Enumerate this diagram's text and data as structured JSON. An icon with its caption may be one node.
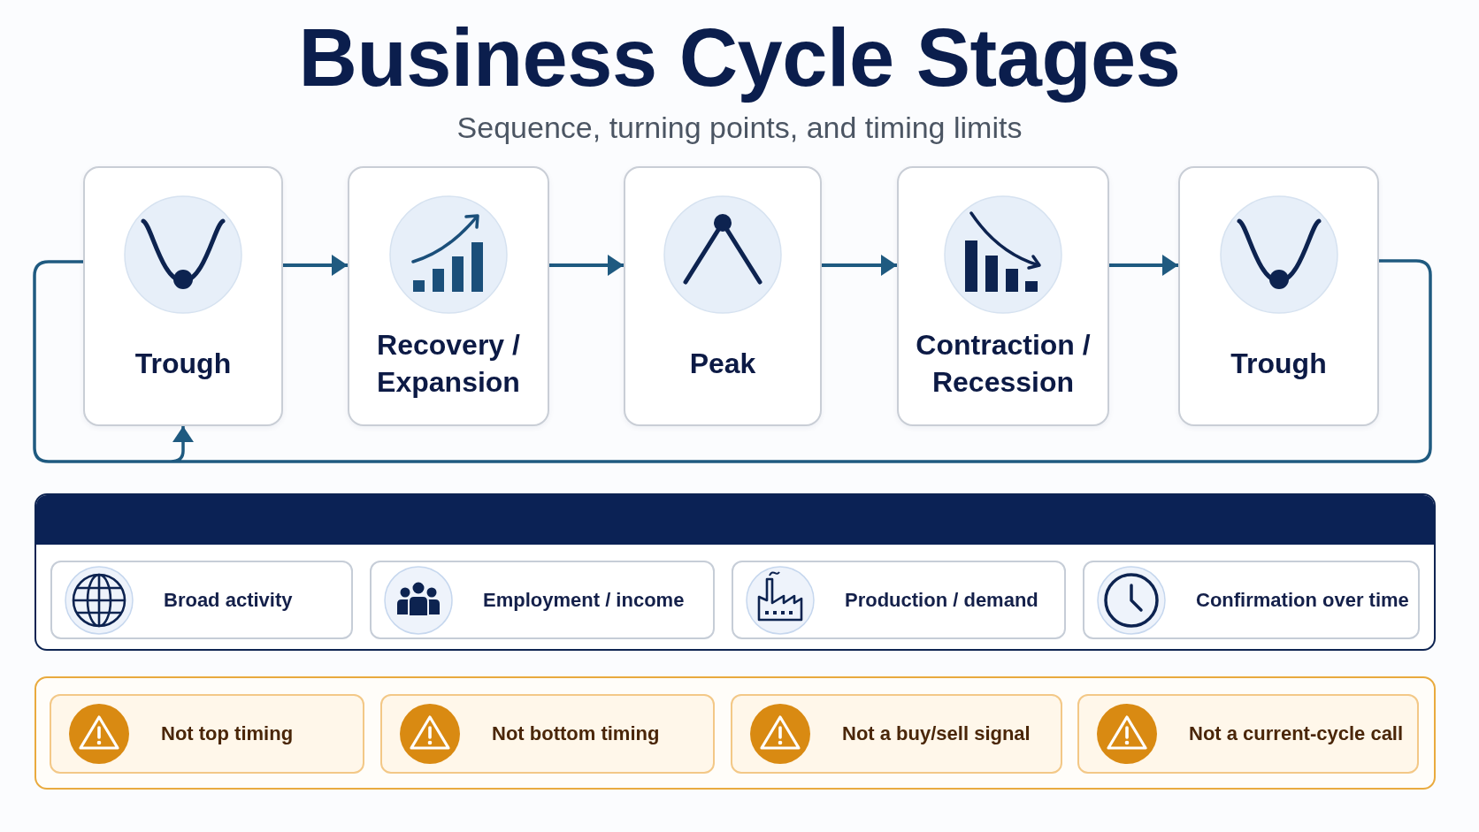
{
  "diagram": {
    "title": "Business Cycle Stages",
    "nodes": [
      {
        "text": [
          "Trough"
        ]
      },
      {
        "text": [
          "Recovery / Expansion"
        ]
      },
      {
        "text": [
          "Peak"
        ]
      },
      {
        "text": [
          "Contraction / Recession"
        ]
      },
      {
        "text": [
          "Trough"
        ]
      },
      {
        "text": [],
        "shape": "box"
      },
      {
        "text": [
          "Broad activity"
        ],
        "in": 5
      },
      {
        "text": [
          "Employment / income"
        ],
        "in": 5
      },
      {
        "text": [
          "Production / demand"
        ],
        "in": 5
      },
      {
        "text": [
          "Confirmation over time"
        ],
        "in": 5
      },
      {
        "text": [],
        "shape": "box"
      },
      {
        "text": [
          "Not top timing"
        ],
        "in": 10
      },
      {
        "text": [
          "Not bottom timing"
        ],
        "in": 10
      },
      {
        "text": [
          "Not a buy/sell signal"
        ],
        "in": 10
      },
      {
        "text": [
          "Not a current-cycle call"
        ],
        "in": 10
      }
    ],
    "edges": [
      {
        "from": 0,
        "to": 1,
        "arrow": "to"
      },
      {
        "from": 1,
        "to": 2,
        "arrow": "to"
      },
      {
        "from": 2,
        "to": 3,
        "arrow": "to"
      },
      {
        "from": 3,
        "to": 4,
        "arrow": "to"
      },
      {
        "from": 4,
        "to": 0,
        "arrow": "to"
      }
    ],
    "labels": [
      "Sequence, turning points, and timing limits"
    ]
  }
}
